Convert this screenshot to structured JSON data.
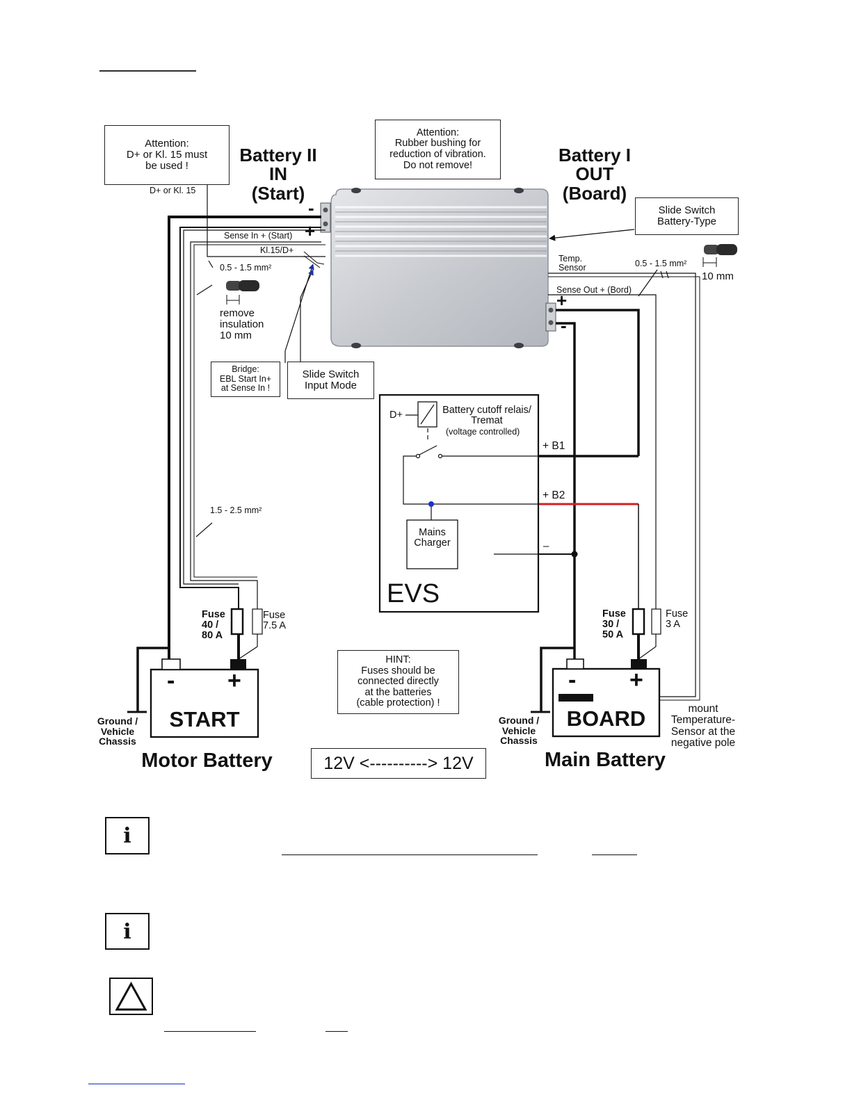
{
  "device": {
    "battery_in": "Battery II\nIN\n(Start)",
    "battery_out": "Battery I\nOUT\n(Board)",
    "neg_in": "-",
    "pos_in": "+",
    "pos_out": "+",
    "neg_out": "-"
  },
  "notes": {
    "attention_dplus": "Attention:\nD+ or Kl. 15 must\nbe used !",
    "attention_rubber": "Attention:\nRubber bushing for\nreduction of vibration.\nDo not remove!",
    "slide_switch_battery_type": "Slide Switch\nBattery-Type",
    "bridge": "Bridge:\nEBL Start In+\nat Sense In !",
    "slide_switch_input_mode": "Slide Switch\nInput Mode",
    "hint": "HINT:\nFuses should be\nconnected directly\nat the batteries\n(cable protection) !",
    "remove_insulation": "remove\ninsulation\n10 mm",
    "ten_mm": "10 mm",
    "mount_sensor": "mount\nTemperature-\nSensor at the\nnegative pole"
  },
  "wires": {
    "dplus_kl15": "D+ or Kl. 15",
    "sense_in": "Sense In + (Start)",
    "kl15_dplus": "Kl.15/D+",
    "cross_section_small_left": "0.5 - 1.5 mm²",
    "cross_section_large": "1.5 - 2.5 mm²",
    "temp_sensor": "Temp.\nSensor",
    "cross_section_small_right": "0.5 - 1.5 mm²",
    "sense_out": "Sense Out + (Bord)"
  },
  "evs": {
    "title": "EVS",
    "dplus": "D+",
    "relay": "Battery cutoff relais/\nTremat",
    "relay_note": "(voltage controlled)",
    "b1": "+ B1",
    "b2": "+ B2",
    "minus": "–",
    "mains_charger": "Mains\nCharger"
  },
  "start_battery": {
    "name": "START",
    "minus": "-",
    "plus": "+",
    "fuse_main": "Fuse\n40 /\n80 A",
    "fuse_small": "Fuse\n7.5 A",
    "ground": "Ground /\nVehicle\nChassis",
    "caption": "Motor Battery"
  },
  "board_battery": {
    "name": "BOARD",
    "minus": "-",
    "plus": "+",
    "fuse_main": "Fuse\n30 /\n50 A",
    "fuse_small": "Fuse\n3 A",
    "ground": "Ground /\nVehicle\nChassis",
    "caption": "Main Battery"
  },
  "voltage_box": "12V <----------> 12V",
  "icons": {
    "info_1": "info-icon",
    "info_2": "info-icon",
    "warning": "warning-triangle-icon",
    "info_glyph": "i"
  },
  "colors": {
    "b2_wire": "#d42020",
    "junction": "#1f2fd0",
    "link": "#3344cc"
  }
}
